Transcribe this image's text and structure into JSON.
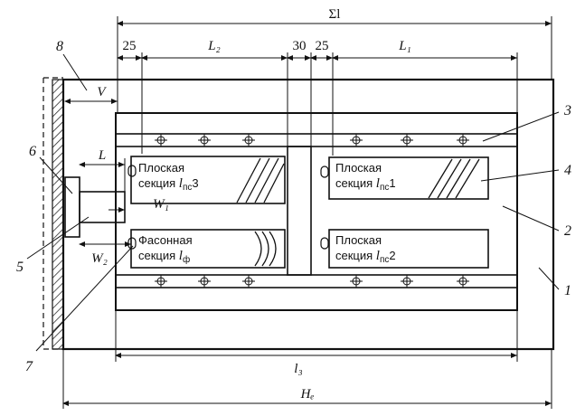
{
  "dimensions": {
    "total": "Σl",
    "gap_left": "25",
    "l2": "L₂",
    "gap_30": "30",
    "gap_25b": "25",
    "l1": "L₁",
    "v": "V",
    "l": "L",
    "w1": "W₁",
    "w2": "W₂",
    "l3": "l₃",
    "he": "Hₑ"
  },
  "sections": {
    "flat3": {
      "line1": "Плоская",
      "line2": "секция",
      "sym": "l",
      "sub": "пс",
      "num": "3"
    },
    "flat1": {
      "line1": "Плоская",
      "line2": "секция",
      "sym": "l",
      "sub": "пс",
      "num": "1"
    },
    "shaped": {
      "line1": "Фасонная",
      "line2": "секция",
      "sym": "l",
      "sub": "ф",
      "num": ""
    },
    "flat2": {
      "line1": "Плоская",
      "line2": "секция",
      "sym": "l",
      "sub": "пс",
      "num": "2"
    }
  },
  "callouts": [
    "1",
    "2",
    "3",
    "4",
    "5",
    "6",
    "7",
    "8"
  ]
}
